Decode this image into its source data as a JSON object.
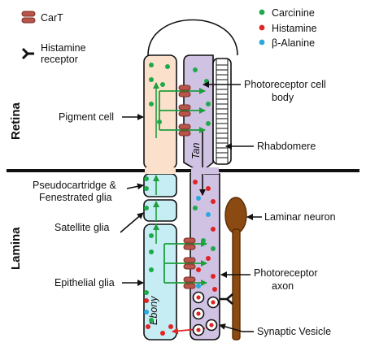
{
  "legend": {
    "cart": "CarT",
    "histamine_receptor": [
      "Histamine",
      "receptor"
    ],
    "carcinine": "Carcinine",
    "histamine": "Histamine",
    "beta_alanine": "β-Alanine"
  },
  "regions": {
    "retina": "Retina",
    "lamina": "Lamina"
  },
  "labels": {
    "pigment_cell": "Pigment cell",
    "photoreceptor_body": [
      "Photoreceptor cell",
      "body"
    ],
    "rhabdomere": "Rhabdomere",
    "pseudocartridge": [
      "Pseudocartridge &",
      "Fenestrated glia"
    ],
    "satellite_glia": "Satellite glia",
    "epithelial_glia": "Epithelial glia",
    "laminar_neuron": "Laminar neuron",
    "photoreceptor_axon": [
      "Photoreceptor",
      "axon"
    ],
    "synaptic_vesicle": "Synaptic Vesicle",
    "tan": "Tan",
    "ebony": "Ebony"
  },
  "colors": {
    "carcinine": "#1faa4a",
    "histamine": "#e02424",
    "beta_alanine": "#29a8e0",
    "cart": "#b8554a",
    "pigment_cell": "#fbe1cb",
    "photoreceptor": "#cfc2e3",
    "glia": "#c6ecf4",
    "laminar_neuron": "#8a4a12"
  }
}
